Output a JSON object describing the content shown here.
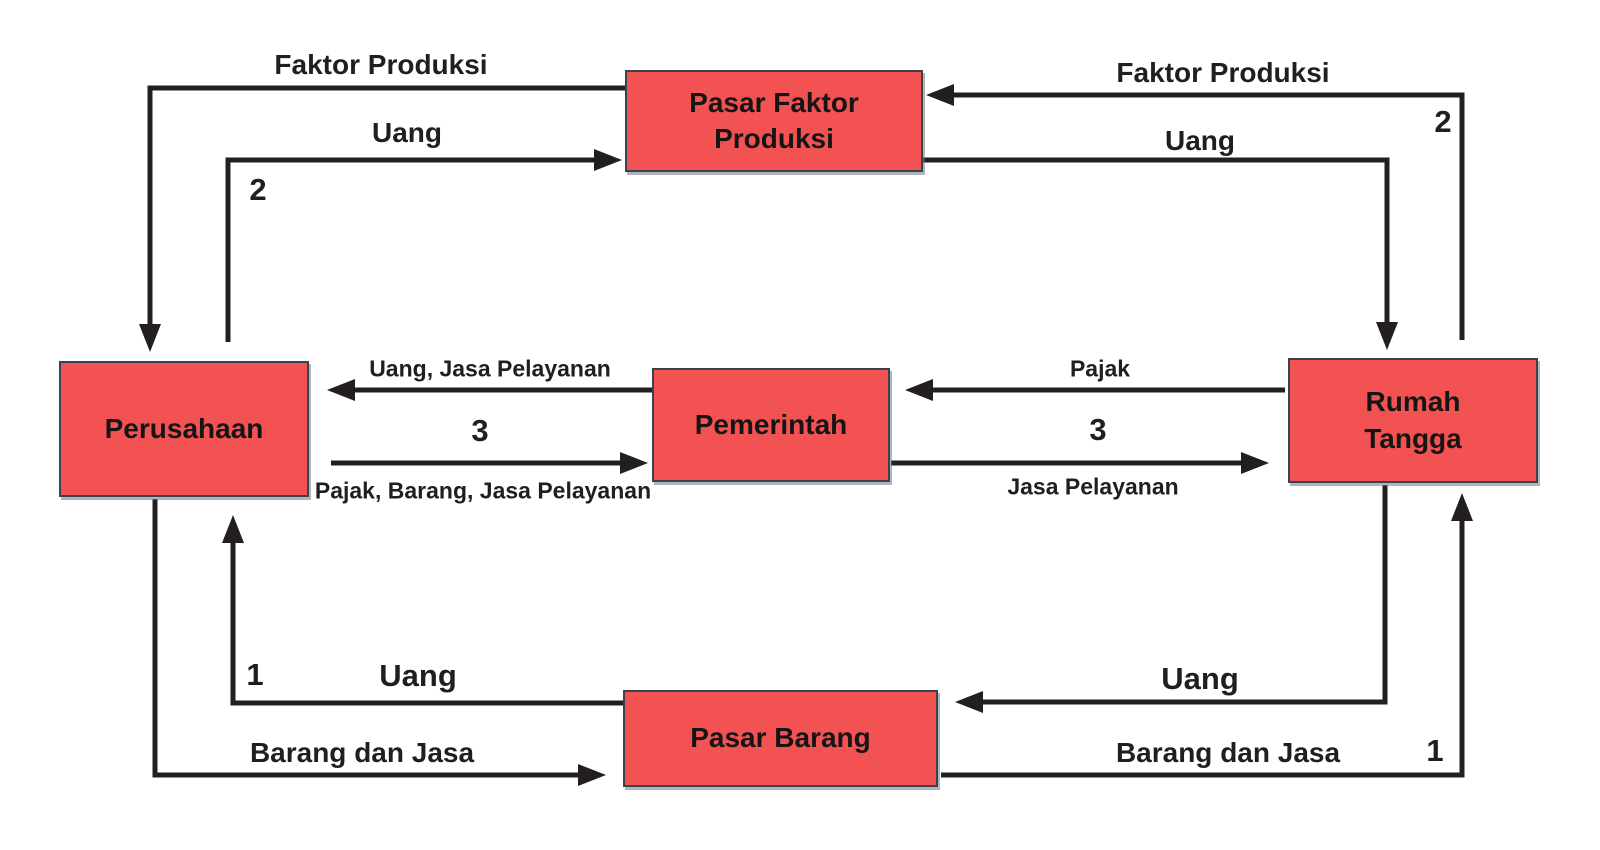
{
  "diagram": {
    "colors": {
      "box_fill": "#f25252",
      "box_border": "#3a434d",
      "line_color": "#231f20",
      "text_color": "#1f1f1f",
      "background": "#ffffff"
    }
  },
  "nodes": {
    "pasar_faktor_produksi": {
      "line1": "Pasar Faktor",
      "line2": "Produksi"
    },
    "perusahaan": {
      "line1": "Perusahaan"
    },
    "pemerintah": {
      "line1": "Pemerintah"
    },
    "rumah_tangga": {
      "line1": "Rumah",
      "line2": "Tangga"
    },
    "pasar_barang": {
      "line1": "Pasar Barang"
    }
  },
  "flow_labels": {
    "top_left_factor": "Faktor Produksi",
    "top_left_money": "Uang",
    "top_left_num": "2",
    "top_right_factor": "Faktor Produksi",
    "top_right_num": "2",
    "top_right_money": "Uang",
    "mid_left_top": "Uang, Jasa Pelayanan",
    "mid_left_num": "3",
    "mid_left_bottom": "Pajak, Barang, Jasa Pelayanan",
    "mid_right_top": "Pajak",
    "mid_right_num": "3",
    "mid_right_bottom": "Jasa Pelayanan",
    "bottom_left_num": "1",
    "bottom_left_money": "Uang",
    "bottom_left_goods": "Barang dan Jasa",
    "bottom_right_money": "Uang",
    "bottom_right_goods": "Barang dan Jasa",
    "bottom_right_num": "1"
  }
}
